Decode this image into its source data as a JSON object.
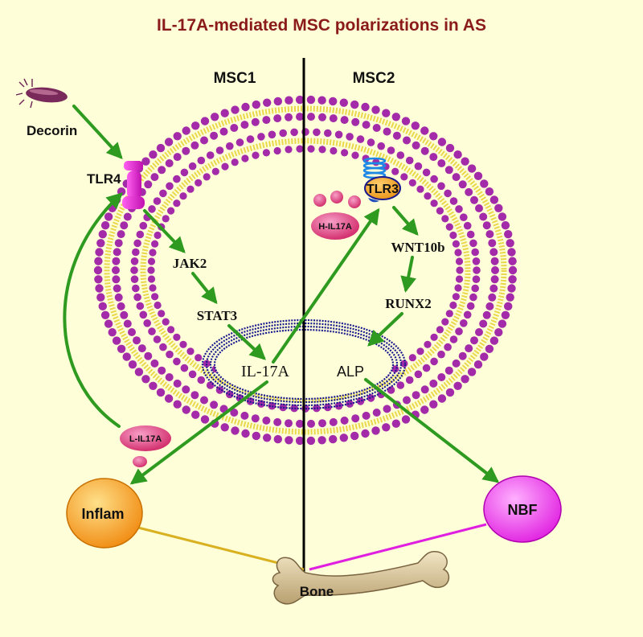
{
  "title": "IL-17A-mediated MSC polarizations in AS",
  "colors": {
    "background": "#fefed8",
    "title": "#8b1a1a",
    "arrow": "#2e9a1f",
    "membrane_head": "#a32aa8",
    "membrane_tail": "#e8d84a",
    "nucleus": "#1a1a8f",
    "bone_line_left": "#d8b020",
    "bone_line_right": "#e020e0",
    "inflam": "#f5a623",
    "nbf": "#ee44ee",
    "il17_blob": "#e0407a",
    "tlr3": "#f0a020"
  },
  "labels": {
    "msc1": "MSC1",
    "msc2": "MSC2",
    "decorin": "Decorin",
    "tlr4": "TLR4",
    "tlr3": "TLR3",
    "jak2": "JAK2",
    "stat3": "STAT3",
    "il17a": "IL-17A",
    "alp": "ALP",
    "wnt10b": "WNT10b",
    "runx2": "RUNX2",
    "h_il17a": "H-IL17A",
    "l_il17a": "L-IL17A",
    "inflam": "Inflam",
    "nbf": "NBF",
    "bone": "Bone"
  },
  "icons": {
    "bacterium": "bacterium-icon",
    "tlr4_receptor": "tlr4-receptor-icon",
    "tlr3_receptor": "tlr3-receptor-icon",
    "bone": "bone-icon"
  }
}
